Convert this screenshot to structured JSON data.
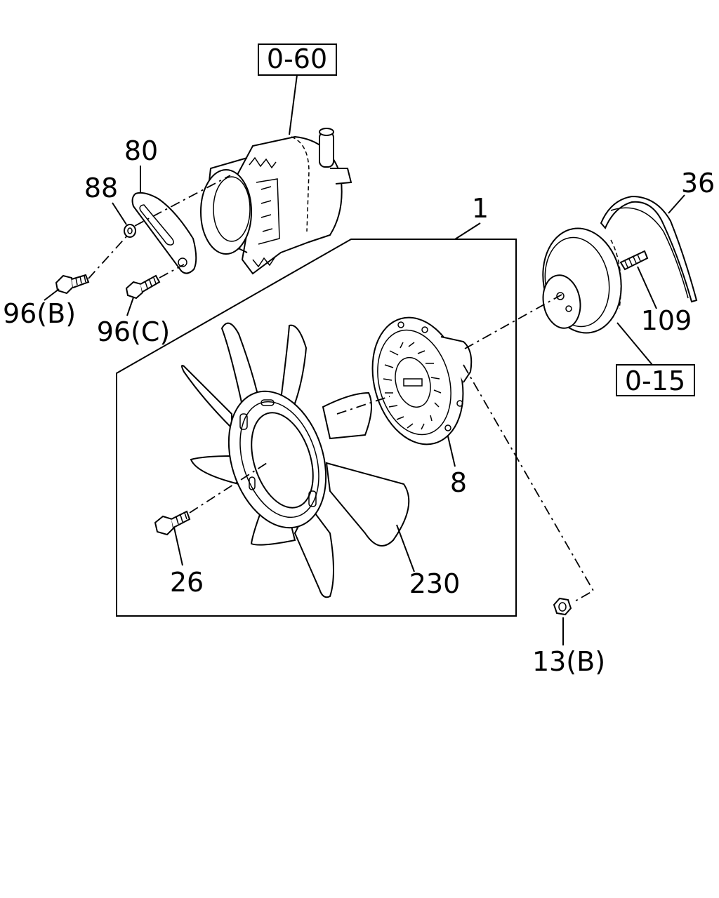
{
  "colors": {
    "line": "#000000",
    "background": "#ffffff"
  },
  "callouts": {
    "ref_top": "0-60",
    "ref_right": "0-15",
    "p1": "1",
    "p8": "8",
    "p13b": "13(B)",
    "p26": "26",
    "p36": "36",
    "p80": "80",
    "p88": "88",
    "p96b": "96(B)",
    "p96c": "96(C)",
    "p109": "109",
    "p230": "230"
  }
}
